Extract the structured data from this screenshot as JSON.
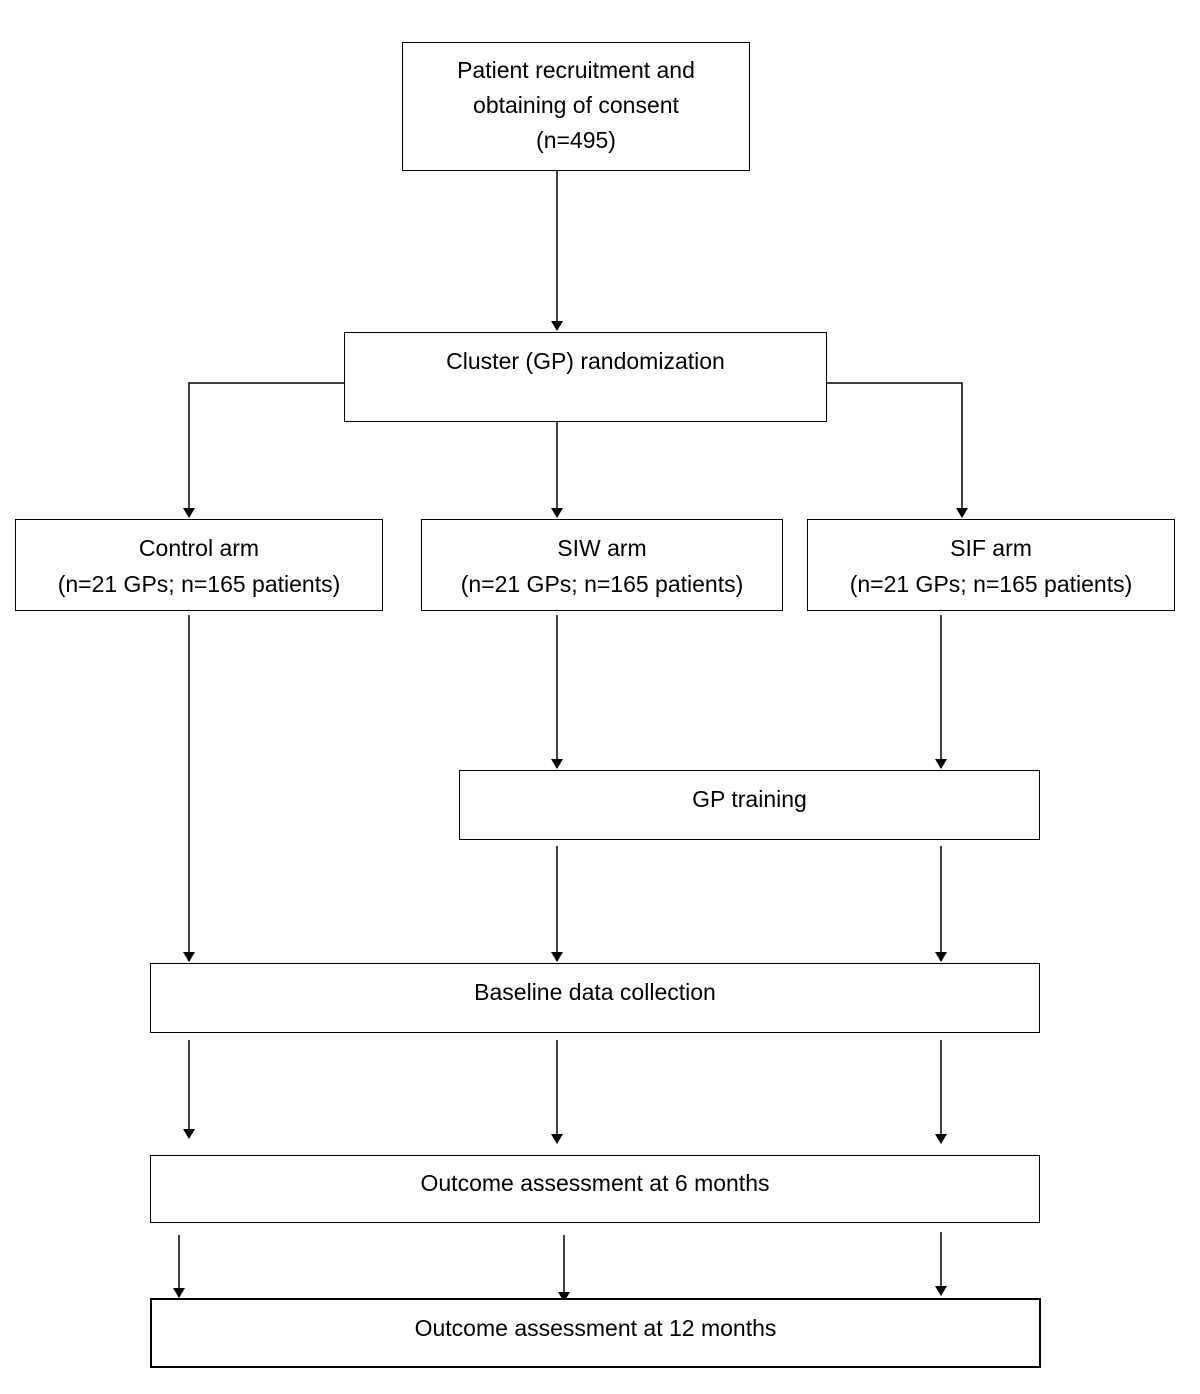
{
  "flowchart": {
    "recruitment": {
      "lines": [
        "Patient recruitment and",
        "obtaining of consent",
        "(n=495)"
      ]
    },
    "randomization": {
      "label": "Cluster (GP) randomization"
    },
    "arms": [
      {
        "title": "Control arm",
        "detail": "(n=21 GPs; n=165 patients)"
      },
      {
        "title": "SIW arm",
        "detail": "(n=21 GPs; n=165 patients)"
      },
      {
        "title": "SIF arm",
        "detail": "(n=21 GPs; n=165 patients)"
      }
    ],
    "training": {
      "label": "GP training"
    },
    "baseline": {
      "label": "Baseline data collection"
    },
    "outcome6": {
      "label": "Outcome assessment at 6 months"
    },
    "outcome12": {
      "label": "Outcome assessment at 12 months"
    }
  }
}
